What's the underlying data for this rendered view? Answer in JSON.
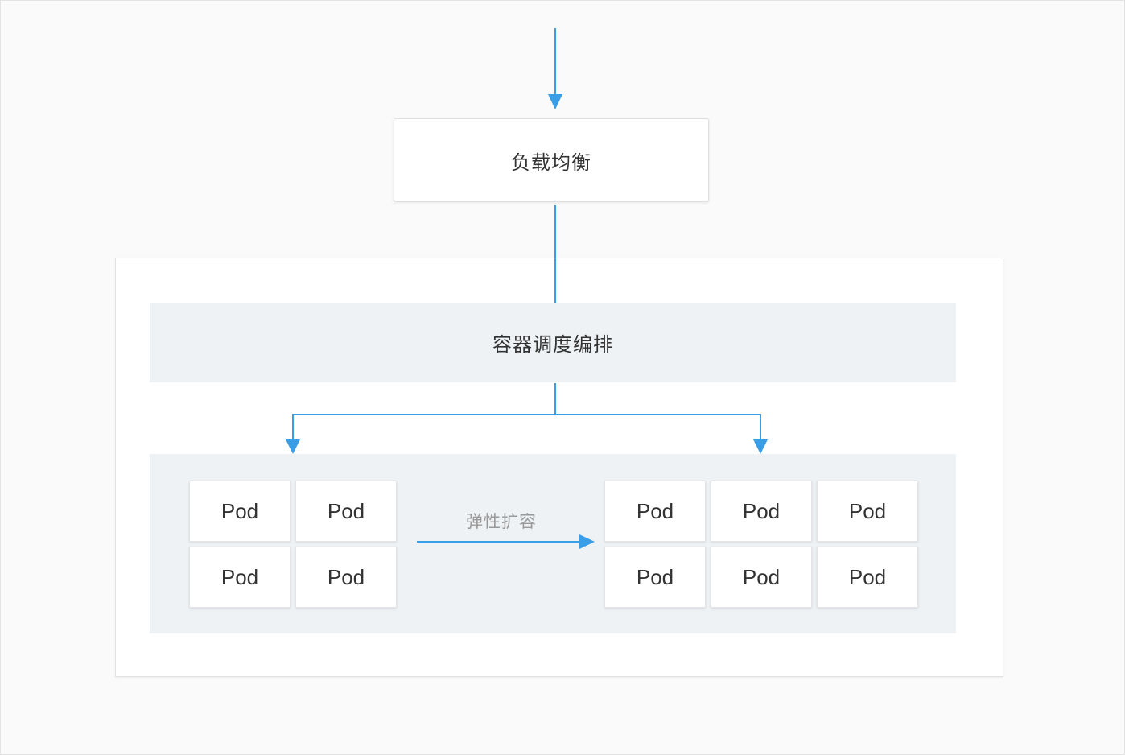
{
  "diagram": {
    "load_balancer": "负载均衡",
    "orchestration": "容器调度编排",
    "scale_label": "弹性扩容",
    "pods_before": [
      "Pod",
      "Pod",
      "Pod",
      "Pod"
    ],
    "pods_after": [
      "Pod",
      "Pod",
      "Pod",
      "Pod",
      "Pod",
      "Pod"
    ]
  },
  "colors": {
    "arrow": "#3a9ee6",
    "panel": "#eef2f5",
    "text": "#333333",
    "label": "#999999"
  }
}
